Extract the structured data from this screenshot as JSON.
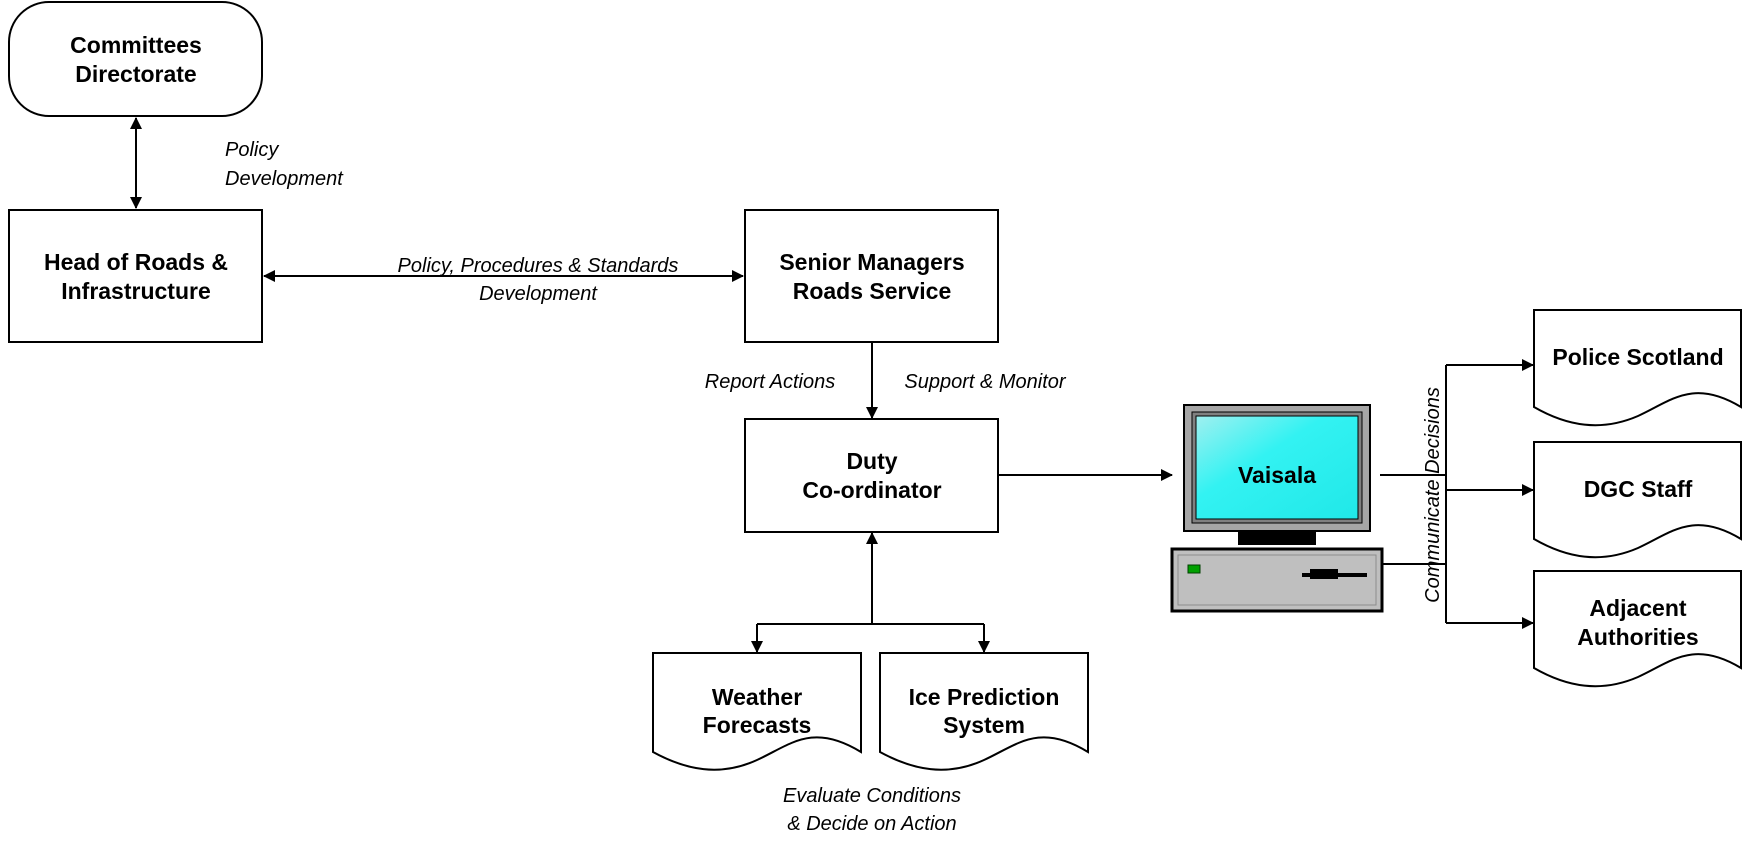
{
  "nodes": {
    "committees": {
      "line1": "Committees",
      "line2": "Directorate"
    },
    "head_roads": {
      "line1": "Head of Roads &",
      "line2": "Infrastructure"
    },
    "senior_managers": {
      "line1": "Senior Managers",
      "line2": "Roads Service"
    },
    "duty_coordinator": {
      "line1": "Duty",
      "line2": "Co-ordinator"
    },
    "weather": {
      "line1": "Weather",
      "line2": "Forecasts"
    },
    "ice_prediction": {
      "line1": "Ice Prediction",
      "line2": "System"
    },
    "vaisala": {
      "label": "Vaisala"
    },
    "police": {
      "label": "Police Scotland"
    },
    "dgc": {
      "label": "DGC Staff"
    },
    "adjacent": {
      "line1": "Adjacent",
      "line2": "Authorities"
    }
  },
  "edges": {
    "policy_dev": {
      "line1": "Policy",
      "line2": "Development"
    },
    "policy_proc": {
      "line1": "Policy, Procedures & Standards",
      "line2": "Development"
    },
    "report_actions": "Report Actions",
    "support_monitor": "Support & Monitor",
    "evaluate": {
      "line1": "Evaluate Conditions",
      "line2": "& Decide on Action"
    },
    "communicate": "Communicate Decisions"
  },
  "colors": {
    "screen": "#33f2f2",
    "monitor_frame": "#a6a6a6",
    "computer_body": "#bfbfbf",
    "power_led": "#00a000"
  }
}
